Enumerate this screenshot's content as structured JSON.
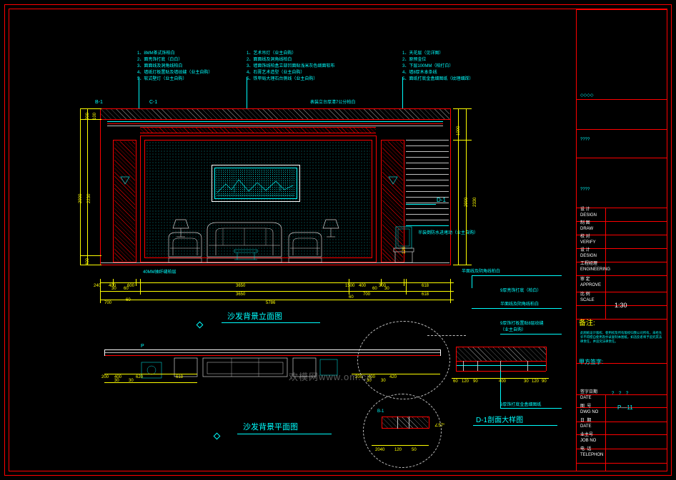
{
  "sheet": {
    "watermark": "欢模网www.om.cn",
    "scale_label": "1:30",
    "drawing_no": "P—11"
  },
  "notes": {
    "left_block": [
      "1、8MM茶式饰柏白",
      "2、面亮饰打底（白白）",
      "3、面面线及洞角线柏白",
      "4、墙纸灯板置贴及墙纹缝（业主自购）",
      "5、软式壁灯（业主自购）"
    ],
    "mid_block": [
      "1、艺术吊灯（业主自购）",
      "2、面面线及洞角线柏白",
      "3、墙面饰线柏盒立部凹面贴浅米灰色绸面软布",
      "4、石膏艺术造型（业主自购）",
      "5、铁甲局大理石台侧线（业主自购）"
    ],
    "right_block": [
      "1、天花层（见详图）",
      "2、原预金位",
      "3、下层100MM（柏打白）",
      "4、墙8厚木本条线",
      "5、面纸打底金盒细图纸（纹理细踩）"
    ],
    "center_top": "表装立台厚清7公分柏白",
    "bottom_center": "40MM抽纤缝柏层",
    "right_mid": "半装倒防水进堵动（业主自购）",
    "d1_call": "D-1",
    "b1_call": "B-1",
    "c1_call": "C-1",
    "right_leader": [
      "半面线及阴角线柏白",
      "9厚亮饰打底（柏白）",
      "半面线及阴角线柏白",
      "9厚饰打板置贴8层纹缝",
      "（业主自购）",
      "9厚饰打底金盒细图纸"
    ]
  },
  "dims": {
    "elev_left_vertical": [
      "200",
      "100",
      "2900",
      "2230",
      "400"
    ],
    "elev_right_vertical": [
      "1000",
      "2900",
      "2330",
      "120"
    ],
    "chain_row1": [
      "240",
      "400",
      "600",
      "3650",
      "1500",
      "400",
      "300",
      "618"
    ],
    "chain_row2": [
      "30",
      "60",
      "60",
      "30"
    ],
    "chain_row3": [
      "3650",
      "60",
      "700",
      "618"
    ],
    "chain_row4": [
      "5786"
    ],
    "chain_row5": [
      "700",
      "60"
    ],
    "plan_row": [
      "200",
      "400",
      "620",
      "618",
      "200",
      "400",
      "420"
    ],
    "plan_row2": [
      "30",
      "30",
      "30",
      "30"
    ],
    "detail_row": [
      "60",
      "120",
      "90",
      "400",
      "30",
      "120",
      "90"
    ],
    "detail_bottom": [
      "2040",
      "120",
      "50"
    ],
    "detail_angle": "∠57°"
  },
  "titles": {
    "elevation": "沙发背景立面图",
    "plan": "沙发背景平面图",
    "detail": "D-1剖面大样图"
  },
  "titleblock": {
    "marks": [
      "◇◇◇◇",
      "????",
      "????"
    ],
    "roles": [
      {
        "cn": "设 计",
        "en": "DESIGN"
      },
      {
        "cn": "制 图",
        "en": "DRAW"
      },
      {
        "cn": "校 对",
        "en": "VERIFY"
      },
      {
        "cn": "设 计",
        "en": "DESIGN"
      },
      {
        "cn": "工程经理",
        "en": "ENGINEERING"
      },
      {
        "cn": "审 定",
        "en": "APPROVE"
      },
      {
        "cn": "比 例",
        "en": "SCALE"
      }
    ],
    "scale_value": "1:30",
    "remark_label": "备注:",
    "remark_text": "此图纸设计版权、使用权及所有版权归我公司所有，未经允许不得擅自使用及抄录复制本图纸，如违反者将予追究其法律责任，并追究法律责任。",
    "sign_label": "甲方签字:",
    "fields": [
      {
        "cn": "签字日期",
        "en": "DATE",
        "value": "?    ?    ?"
      },
      {
        "cn": "图  号",
        "en": "DWG NO",
        "value": "P—11"
      },
      {
        "cn": "日  期",
        "en": "DATE",
        "value": ""
      },
      {
        "cn": "业主号",
        "en": "JOB NO",
        "value": ""
      },
      {
        "cn": "电  话",
        "en": "TELEPHON",
        "value": ""
      }
    ]
  }
}
